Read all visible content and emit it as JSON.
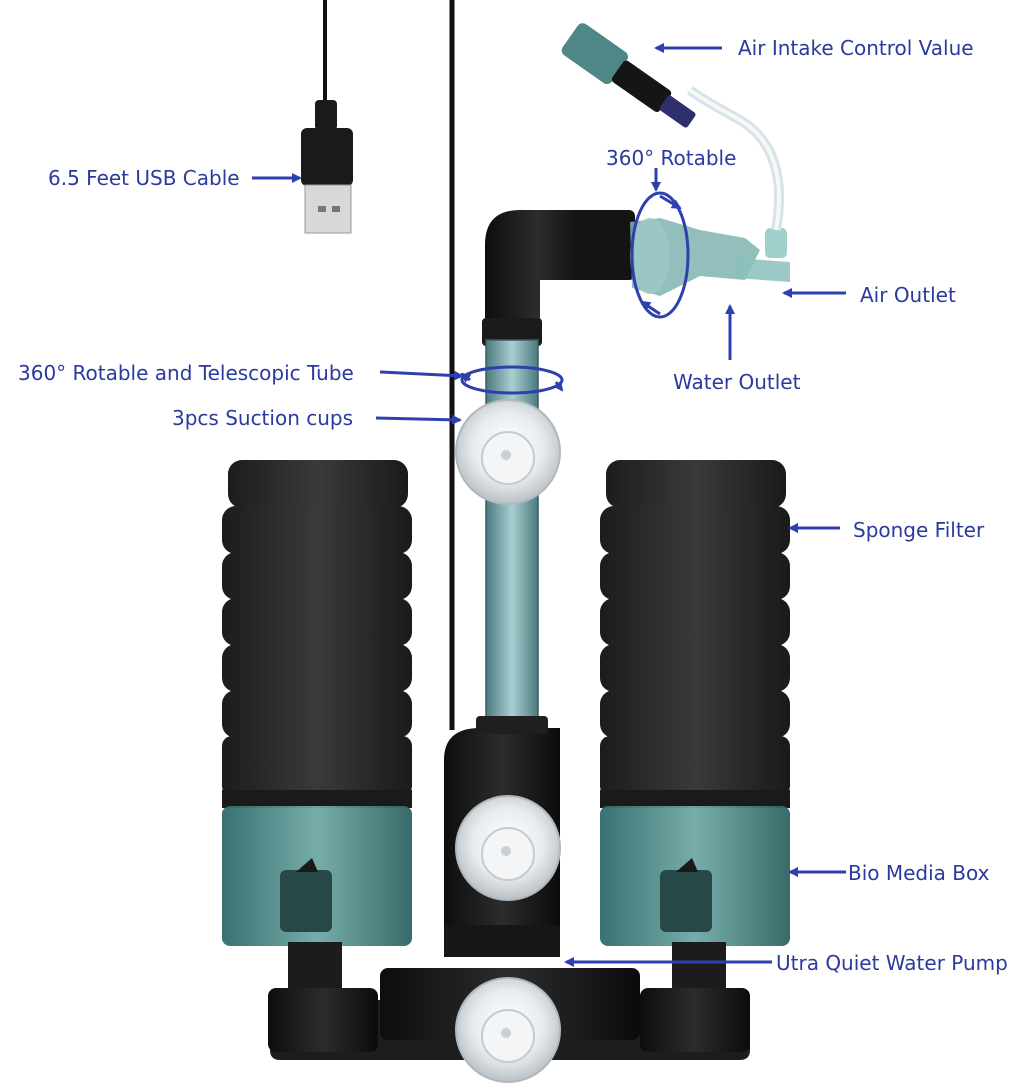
{
  "labels": {
    "air_intake": "Air Intake Control Value",
    "usb_cable": "6.5 Feet USB Cable",
    "rotable": "360° Rotable",
    "air_outlet": "Air Outlet",
    "telescopic_tube": "360° Rotable and Telescopic Tube",
    "water_outlet": "Water Outlet",
    "suction_cups": "3pcs Suction cups",
    "sponge_filter": "Sponge Filter",
    "bio_media_box": "Bio Media  Box",
    "water_pump": "Utra Quiet Water Pump"
  },
  "colors": {
    "callout_text": "#2b3a9e",
    "callout_arrow": "#2f3fae",
    "sponge": "#2a2a2a",
    "bio_box": "#4f8c8c",
    "pump_body": "#111111"
  }
}
